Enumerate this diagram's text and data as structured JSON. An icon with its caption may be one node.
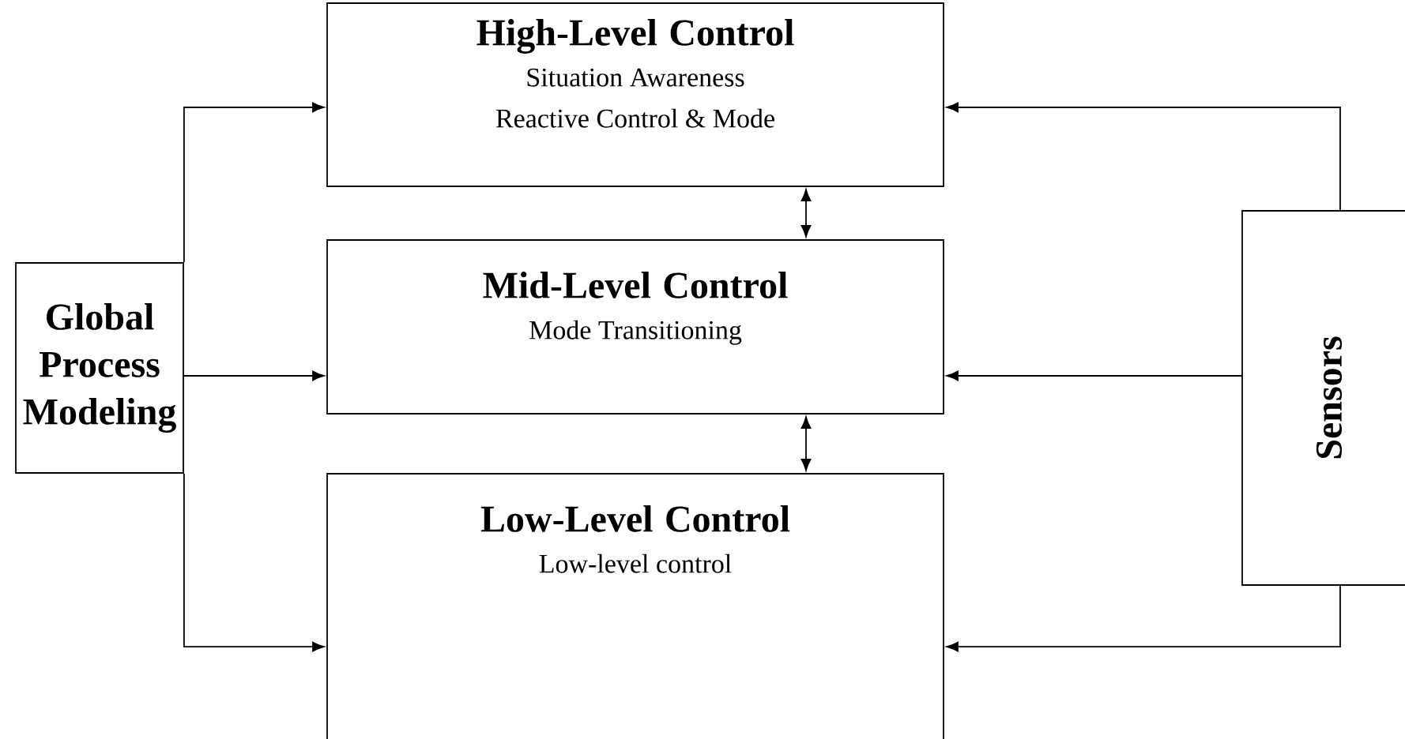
{
  "diagram": {
    "nodes": [
      {
        "text": [
          "High-Level Control",
          "Situation Awareness",
          "Reactive Control & Mode"
        ]
      },
      {
        "text": [
          "Mid-Level Control",
          "Mode Transitioning"
        ]
      },
      {
        "text": [
          "Low-Level Control",
          "Low-level control"
        ]
      },
      {
        "text": [
          "Global Process Modeling"
        ]
      },
      {
        "text": [
          "Sensors"
        ]
      }
    ],
    "edges": [
      {
        "from": 3,
        "to": 0,
        "arrow": "to"
      },
      {
        "from": 3,
        "to": 1,
        "arrow": "to"
      },
      {
        "from": 3,
        "to": 2,
        "arrow": "to"
      },
      {
        "from": 4,
        "to": 0,
        "arrow": "to"
      },
      {
        "from": 4,
        "to": 1,
        "arrow": "to"
      },
      {
        "from": 4,
        "to": 2,
        "arrow": "to"
      },
      {
        "from": 0,
        "to": 1,
        "arrow": "both"
      },
      {
        "from": 1,
        "to": 2,
        "arrow": "both"
      }
    ]
  }
}
